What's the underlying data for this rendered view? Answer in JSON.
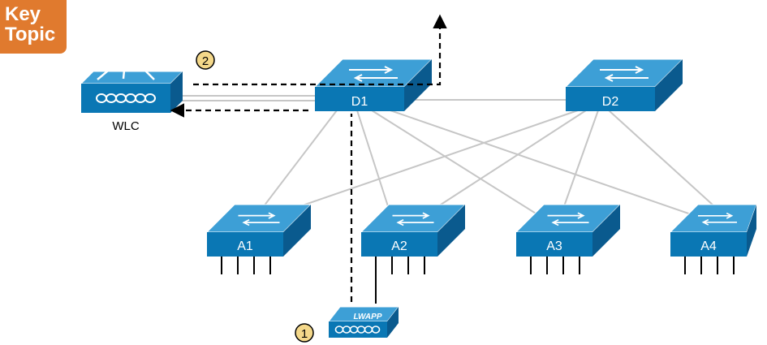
{
  "badge": {
    "line1": "Key",
    "line2": "Topic"
  },
  "nodes": {
    "wlc": {
      "label": "WLC",
      "icon": "wireless-lan-controller-icon"
    },
    "d1": {
      "label": "D1",
      "icon": "distribution-switch-icon"
    },
    "d2": {
      "label": "D2",
      "icon": "distribution-switch-icon"
    },
    "a1": {
      "label": "A1",
      "icon": "access-switch-icon"
    },
    "a2": {
      "label": "A2",
      "icon": "access-switch-icon"
    },
    "a3": {
      "label": "A3",
      "icon": "access-switch-icon"
    },
    "a4": {
      "label": "A4",
      "icon": "access-switch-icon"
    },
    "ap": {
      "label": "LWAPP",
      "icon": "lightweight-access-point-icon"
    }
  },
  "steps": {
    "step1": "1",
    "step2": "2"
  },
  "colors": {
    "device_front": "#0a77b4",
    "device_top": "#3d9fd6",
    "device_side": "#0a5a8e",
    "link": "#c6c6c6",
    "step_marker": "#f4d88a",
    "badge": "#e07a2e"
  }
}
